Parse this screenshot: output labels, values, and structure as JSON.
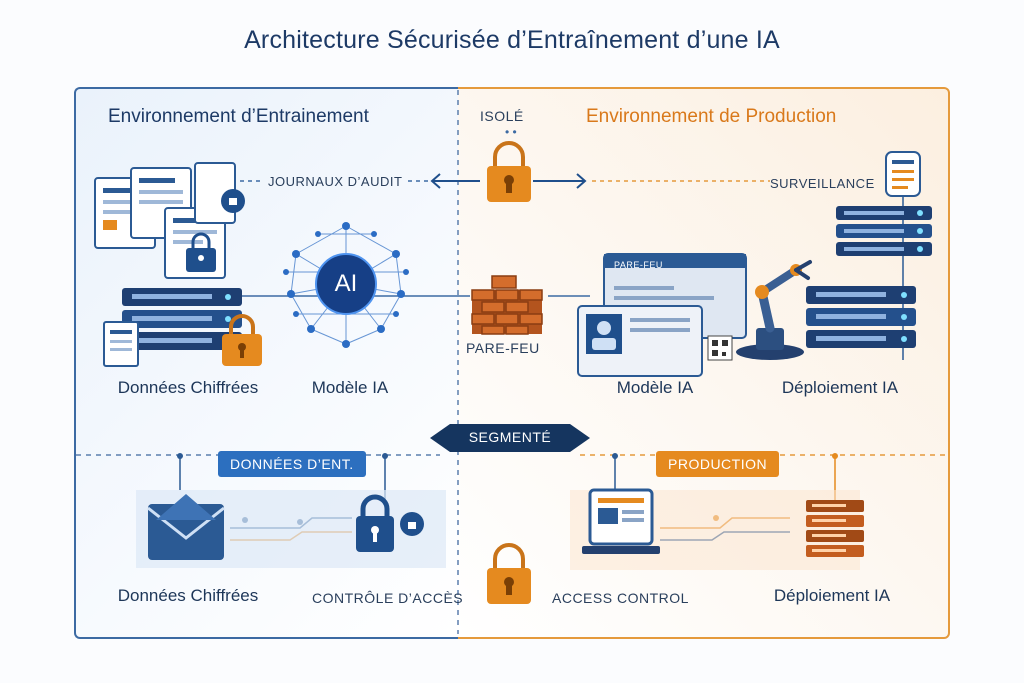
{
  "title": "Architecture Sécurisée d’Entraînement d’une IA",
  "colors": {
    "blue": "#1f4f8c",
    "orange": "#e58a1f",
    "navy": "#1d3a66"
  },
  "training": {
    "heading": "Environnement d’Entrainement",
    "audit_label": "Journaux d’audit",
    "ai_core_text": "AI",
    "data_label": "Données Chiffrées",
    "model_label": "Modèle IA",
    "badge": "Données d’ent.",
    "bottom_data_label": "Données Chiffrées",
    "access_label": "Contrôle d’accès"
  },
  "center": {
    "isolated_label": "Isolé",
    "firewall_label": "Pare-feu",
    "segment_label": "Segmenté"
  },
  "production": {
    "heading": "Environnement de Production",
    "monitoring_label": "Surveillance",
    "screen_header": "PARE-FEU",
    "model_label": "Modèle IA",
    "deploy_label": "Déploiement IA",
    "badge": "Production",
    "access_label": "Access Control",
    "bottom_deploy_label": "Déploiement IA"
  },
  "icons": [
    "document-icon",
    "lock-icon",
    "server-icon",
    "neural-network-icon",
    "firewall-icon",
    "robot-arm-icon",
    "monitor-icon",
    "mail-icon",
    "arrow-icon"
  ]
}
